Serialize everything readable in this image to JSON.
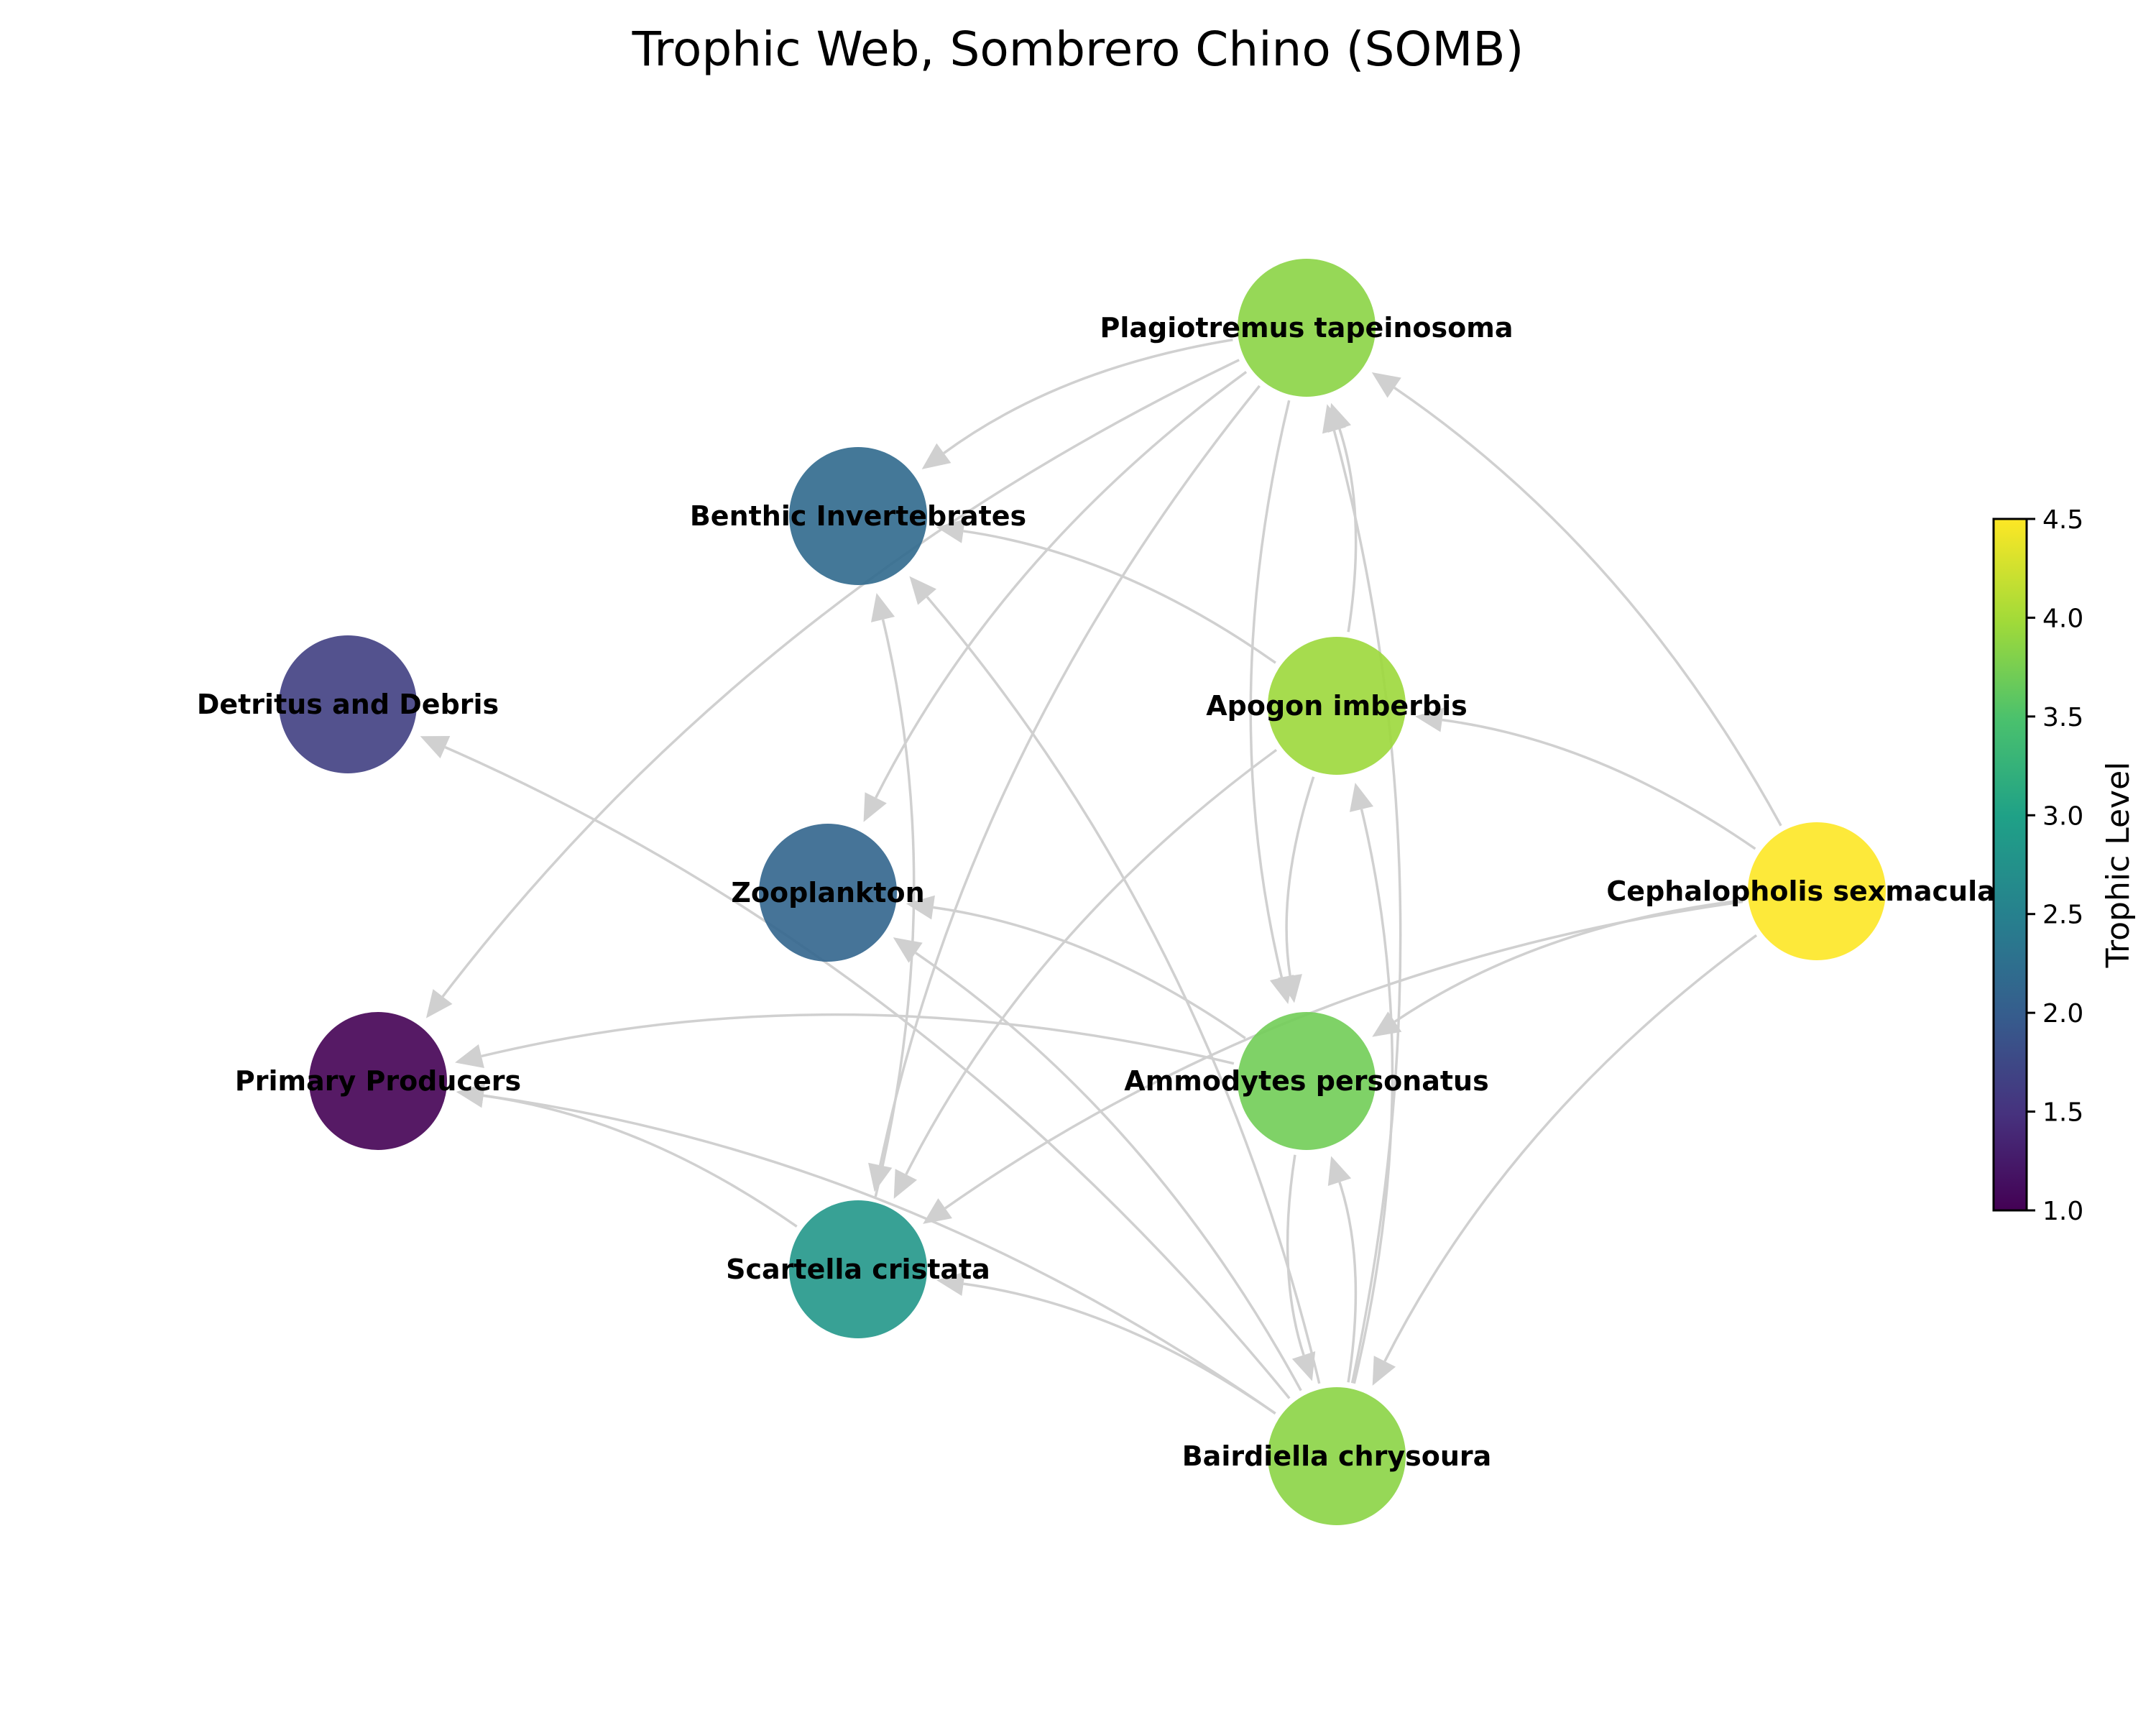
{
  "title": "Trophic Web, Sombrero Chino (SOMB)",
  "colorbar": {
    "label": "Trophic Level",
    "min": 1.0,
    "max": 4.5,
    "ticks": [
      "1.0",
      "1.5",
      "2.0",
      "2.5",
      "3.0",
      "3.5",
      "4.0",
      "4.5"
    ],
    "colormap": "viridis"
  },
  "nodes": [
    {
      "id": "plagiotremus",
      "label": "Plagiotremus tapeinosoma",
      "trophic_level": 3.9
    },
    {
      "id": "benthic",
      "label": "Benthic Invertebrates",
      "trophic_level": 2.2
    },
    {
      "id": "detritus",
      "label": "Detritus and Debris",
      "trophic_level": 1.7
    },
    {
      "id": "apogon",
      "label": "Apogon imberbis",
      "trophic_level": 4.0
    },
    {
      "id": "zooplankton",
      "label": "Zooplankton",
      "trophic_level": 2.15
    },
    {
      "id": "cephalopholis",
      "label": "Cephalopholis sexmaculata",
      "trophic_level": 4.5
    },
    {
      "id": "primary",
      "label": "Primary Producers",
      "trophic_level": 1.0
    },
    {
      "id": "ammodytes",
      "label": "Ammodytes personatus",
      "trophic_level": 3.75
    },
    {
      "id": "scartella",
      "label": "Scartella cristata",
      "trophic_level": 2.85
    },
    {
      "id": "bairdiella",
      "label": "Bairdiella chrysoura",
      "trophic_level": 3.9
    }
  ],
  "edges": [
    [
      "plagiotremus",
      "benthic"
    ],
    [
      "plagiotremus",
      "primary"
    ],
    [
      "plagiotremus",
      "zooplankton"
    ],
    [
      "plagiotremus",
      "scartella"
    ],
    [
      "plagiotremus",
      "ammodytes"
    ],
    [
      "apogon",
      "plagiotremus"
    ],
    [
      "apogon",
      "benthic"
    ],
    [
      "apogon",
      "scartella"
    ],
    [
      "apogon",
      "ammodytes"
    ],
    [
      "bairdiella",
      "plagiotremus"
    ],
    [
      "bairdiella",
      "apogon"
    ],
    [
      "bairdiella",
      "ammodytes"
    ],
    [
      "bairdiella",
      "scartella"
    ],
    [
      "bairdiella",
      "primary"
    ],
    [
      "bairdiella",
      "detritus"
    ],
    [
      "bairdiella",
      "benthic"
    ],
    [
      "bairdiella",
      "zooplankton"
    ],
    [
      "ammodytes",
      "zooplankton"
    ],
    [
      "ammodytes",
      "primary"
    ],
    [
      "ammodytes",
      "bairdiella"
    ],
    [
      "cephalopholis",
      "plagiotremus"
    ],
    [
      "cephalopholis",
      "apogon"
    ],
    [
      "cephalopholis",
      "ammodytes"
    ],
    [
      "cephalopholis",
      "scartella"
    ],
    [
      "cephalopholis",
      "bairdiella"
    ],
    [
      "scartella",
      "primary"
    ],
    [
      "scartella",
      "benthic"
    ]
  ]
}
